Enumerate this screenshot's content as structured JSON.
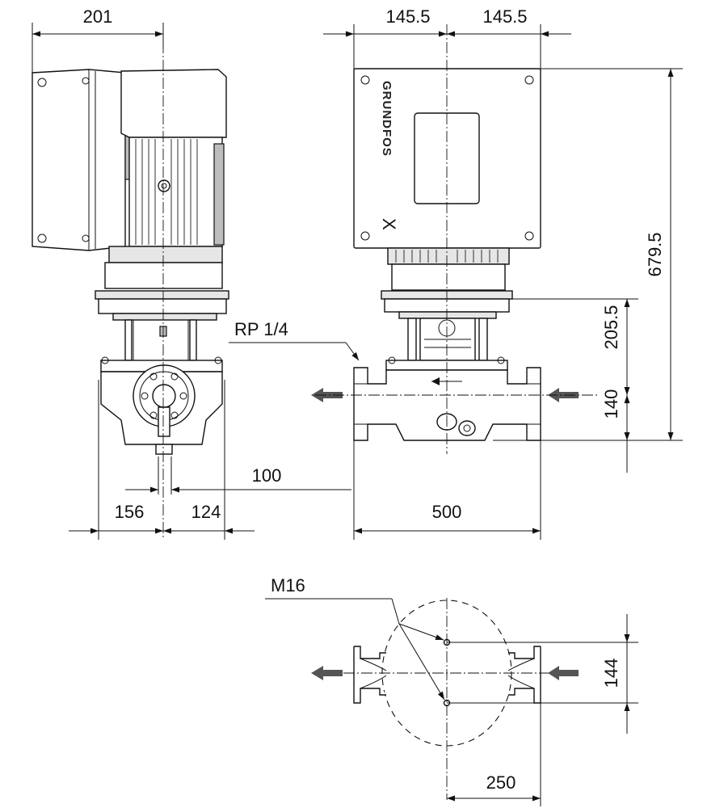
{
  "drawing": {
    "brand": "GRUNDFOS",
    "brand_mark": "X",
    "side_view": {
      "top_width": "201",
      "left_width": "156",
      "right_width": "124",
      "offset": "100"
    },
    "front_view": {
      "half_width_left": "145.5",
      "half_width_right": "145.5",
      "total_height": "679.5",
      "upper_height": "205.5",
      "lower_height": "140",
      "port_label": "RP 1/4",
      "length": "500"
    },
    "base_view": {
      "thread_label": "M16",
      "bolt_spacing": "144",
      "bolt_offset": "250"
    }
  }
}
